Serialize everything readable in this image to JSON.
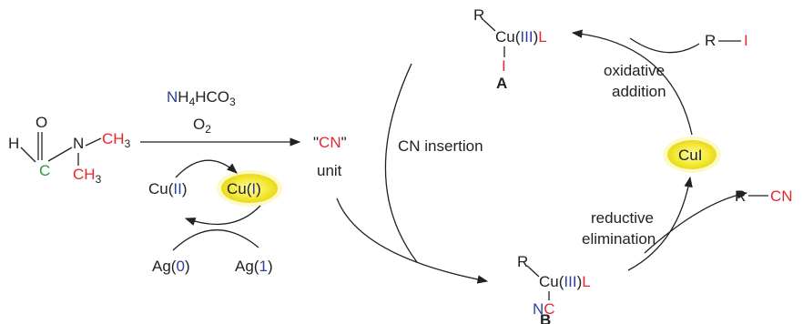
{
  "colors": {
    "black": "#222222",
    "red": "#e8262f",
    "blue": "#2e3f9e",
    "green": "#2a9a3c",
    "yellow_fill": "#f4ea3a",
    "yellow_glow": "#fbf59a"
  },
  "dmf": {
    "O": "O",
    "C": "C",
    "H": "H",
    "N": "N",
    "CH3_top": "CH",
    "CH3_top_sub": "3",
    "CH3_bottom": "CH",
    "CH3_bottom_sub": "3"
  },
  "reagents": {
    "N": "N",
    "rest": "H",
    "sub4": "4",
    "HCO": "HCO",
    "sub3": "3",
    "O": "O",
    "sub2": "2"
  },
  "redox": {
    "cu2_prefix": "Cu(",
    "cu2_num": "II",
    "cu2_suffix": ")",
    "cu1_prefix": "Cu(",
    "cu1_num": "I",
    "cu1_suffix": ")",
    "ag0_prefix": "Ag(",
    "ag0_num": "0",
    "ag0_suffix": ")",
    "ag1_prefix": "Ag(",
    "ag1_num": "1",
    "ag1_suffix": ")"
  },
  "cn_unit": {
    "q_open": "\"",
    "cn": "CN",
    "q_close": "\"",
    "unit": "unit"
  },
  "complex_a": {
    "R": "R",
    "cu_prefix": "Cu(",
    "cu_ox": "III",
    "cu_suffix": ")",
    "L": "L",
    "I": "I",
    "label": "A"
  },
  "complex_b": {
    "R": "R",
    "cu_prefix": "Cu(",
    "cu_ox": "III",
    "cu_suffix": ")",
    "L": "L",
    "N": "N",
    "C": "C",
    "label": "B"
  },
  "cycle": {
    "catalyst": "CuI",
    "step_oa_1": "oxidative",
    "step_oa_2": "addition",
    "step_re_1": "reductive",
    "step_re_2": "elimination",
    "step_ins": "CN insertion"
  },
  "ri": {
    "R": "R",
    "I": "I"
  },
  "rcn": {
    "R": "R",
    "CN": "CN"
  }
}
